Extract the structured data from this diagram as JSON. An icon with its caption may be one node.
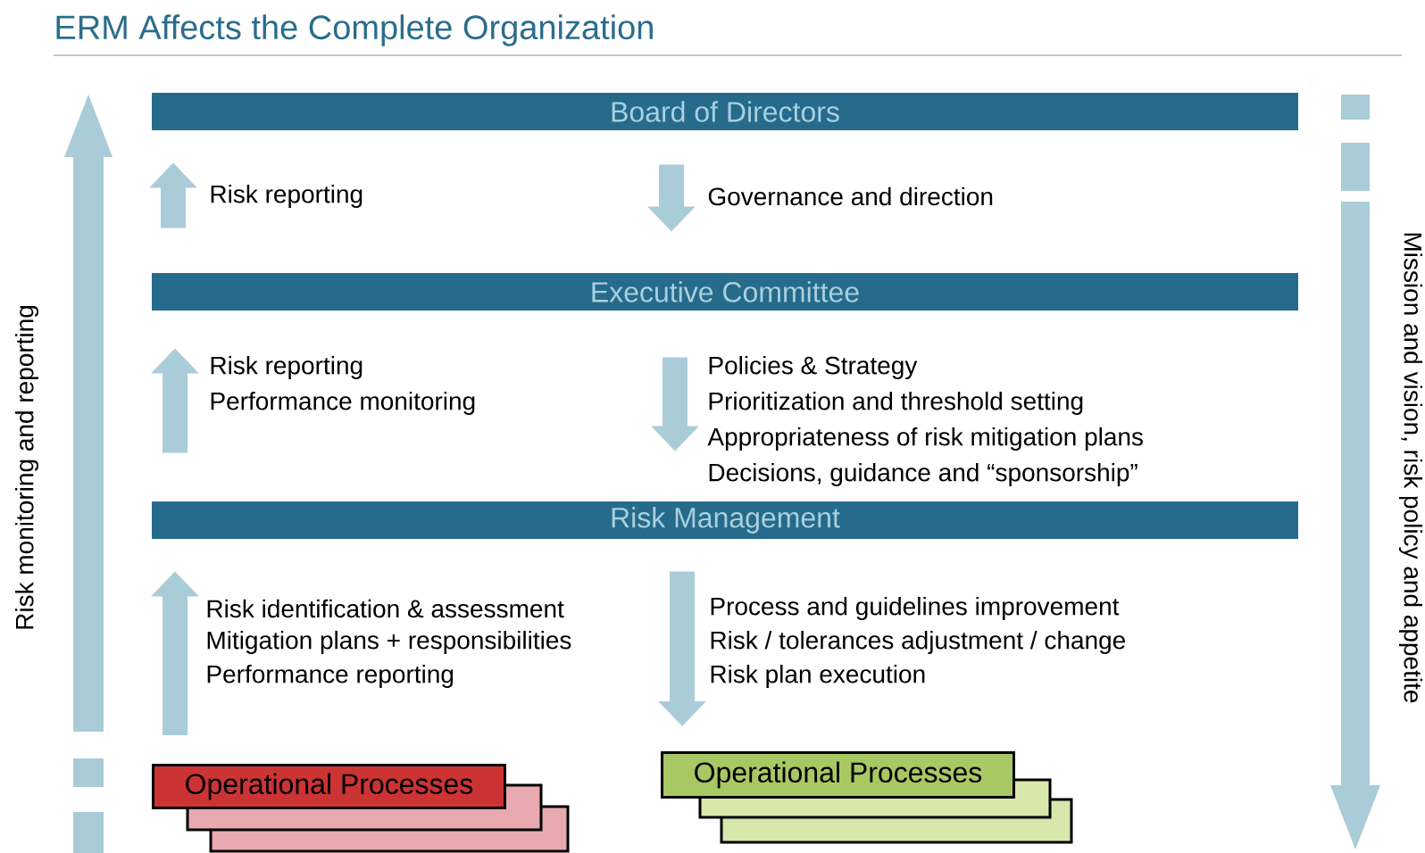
{
  "diagram": {
    "title": "ERM Affects the Complete Organization",
    "nodes": [
      {
        "text": [
          "Board of Directors"
        ]
      },
      {
        "text": [
          "Executive Committee"
        ]
      },
      {
        "text": [
          "Risk Management"
        ]
      },
      {
        "text": [
          "Operational Processes"
        ]
      },
      {
        "text": [
          "Operational Processes"
        ]
      }
    ],
    "edges": [
      {
        "from": 1,
        "to": 0,
        "arrow": "to"
      },
      {
        "from": 0,
        "to": 1,
        "arrow": "to"
      },
      {
        "from": 2,
        "to": 1,
        "arrow": "to"
      },
      {
        "from": 1,
        "to": 2,
        "arrow": "to"
      },
      {
        "from": 3,
        "to": 2,
        "arrow": "to"
      },
      {
        "from": 2,
        "to": 4,
        "arrow": "to"
      }
    ],
    "labels": [
      "Risk monitoring and reporting",
      "Risk reporting",
      "Governance and direction",
      "Risk reporting",
      "Policies & Strategy",
      "Performance monitoring",
      "Prioritization and threshold setting",
      "Appropriateness of risk mitigation plans",
      "Decisions, guidance and “sponsorship”",
      "Risk identification & assessment",
      "Process and guidelines improvement",
      "Mitigation plans + responsibilities",
      "Risk / tolerances adjustment / change",
      "Performance reporting",
      "Risk plan execution",
      "Mission and vision, risk policy and appetite"
    ]
  }
}
